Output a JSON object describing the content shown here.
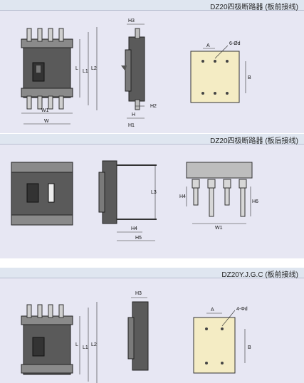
{
  "sections": [
    {
      "title": "DZ20四极断路器 (板前接线)",
      "labels": {
        "l": "L",
        "l1": "L1",
        "l2": "L2",
        "w1": "W1",
        "w": "W",
        "h3": "H3",
        "h": "H",
        "h1": "H1",
        "h2": "H2",
        "a": "A",
        "b": "B",
        "hole": "6-Ød"
      }
    },
    {
      "title": "DZ20四极断路器 (板后接线)",
      "labels": {
        "l3": "L3",
        "h4": "H4",
        "h5": "H5",
        "h4b": "H4",
        "h6": "H6",
        "w1": "W1"
      }
    },
    {
      "title": "DZ20Y.J.G.C (板前接线)",
      "labels": {
        "l": "L",
        "l1": "L1",
        "l2": "L2",
        "h3": "H3",
        "a": "A",
        "b": "B",
        "hole": "4-Φd"
      }
    }
  ],
  "colors": {
    "panel": "#e7e7f3",
    "header": "#dfe6f0",
    "body_dark": "#5a5a5a",
    "mount_plate": "#f4ecc4"
  }
}
